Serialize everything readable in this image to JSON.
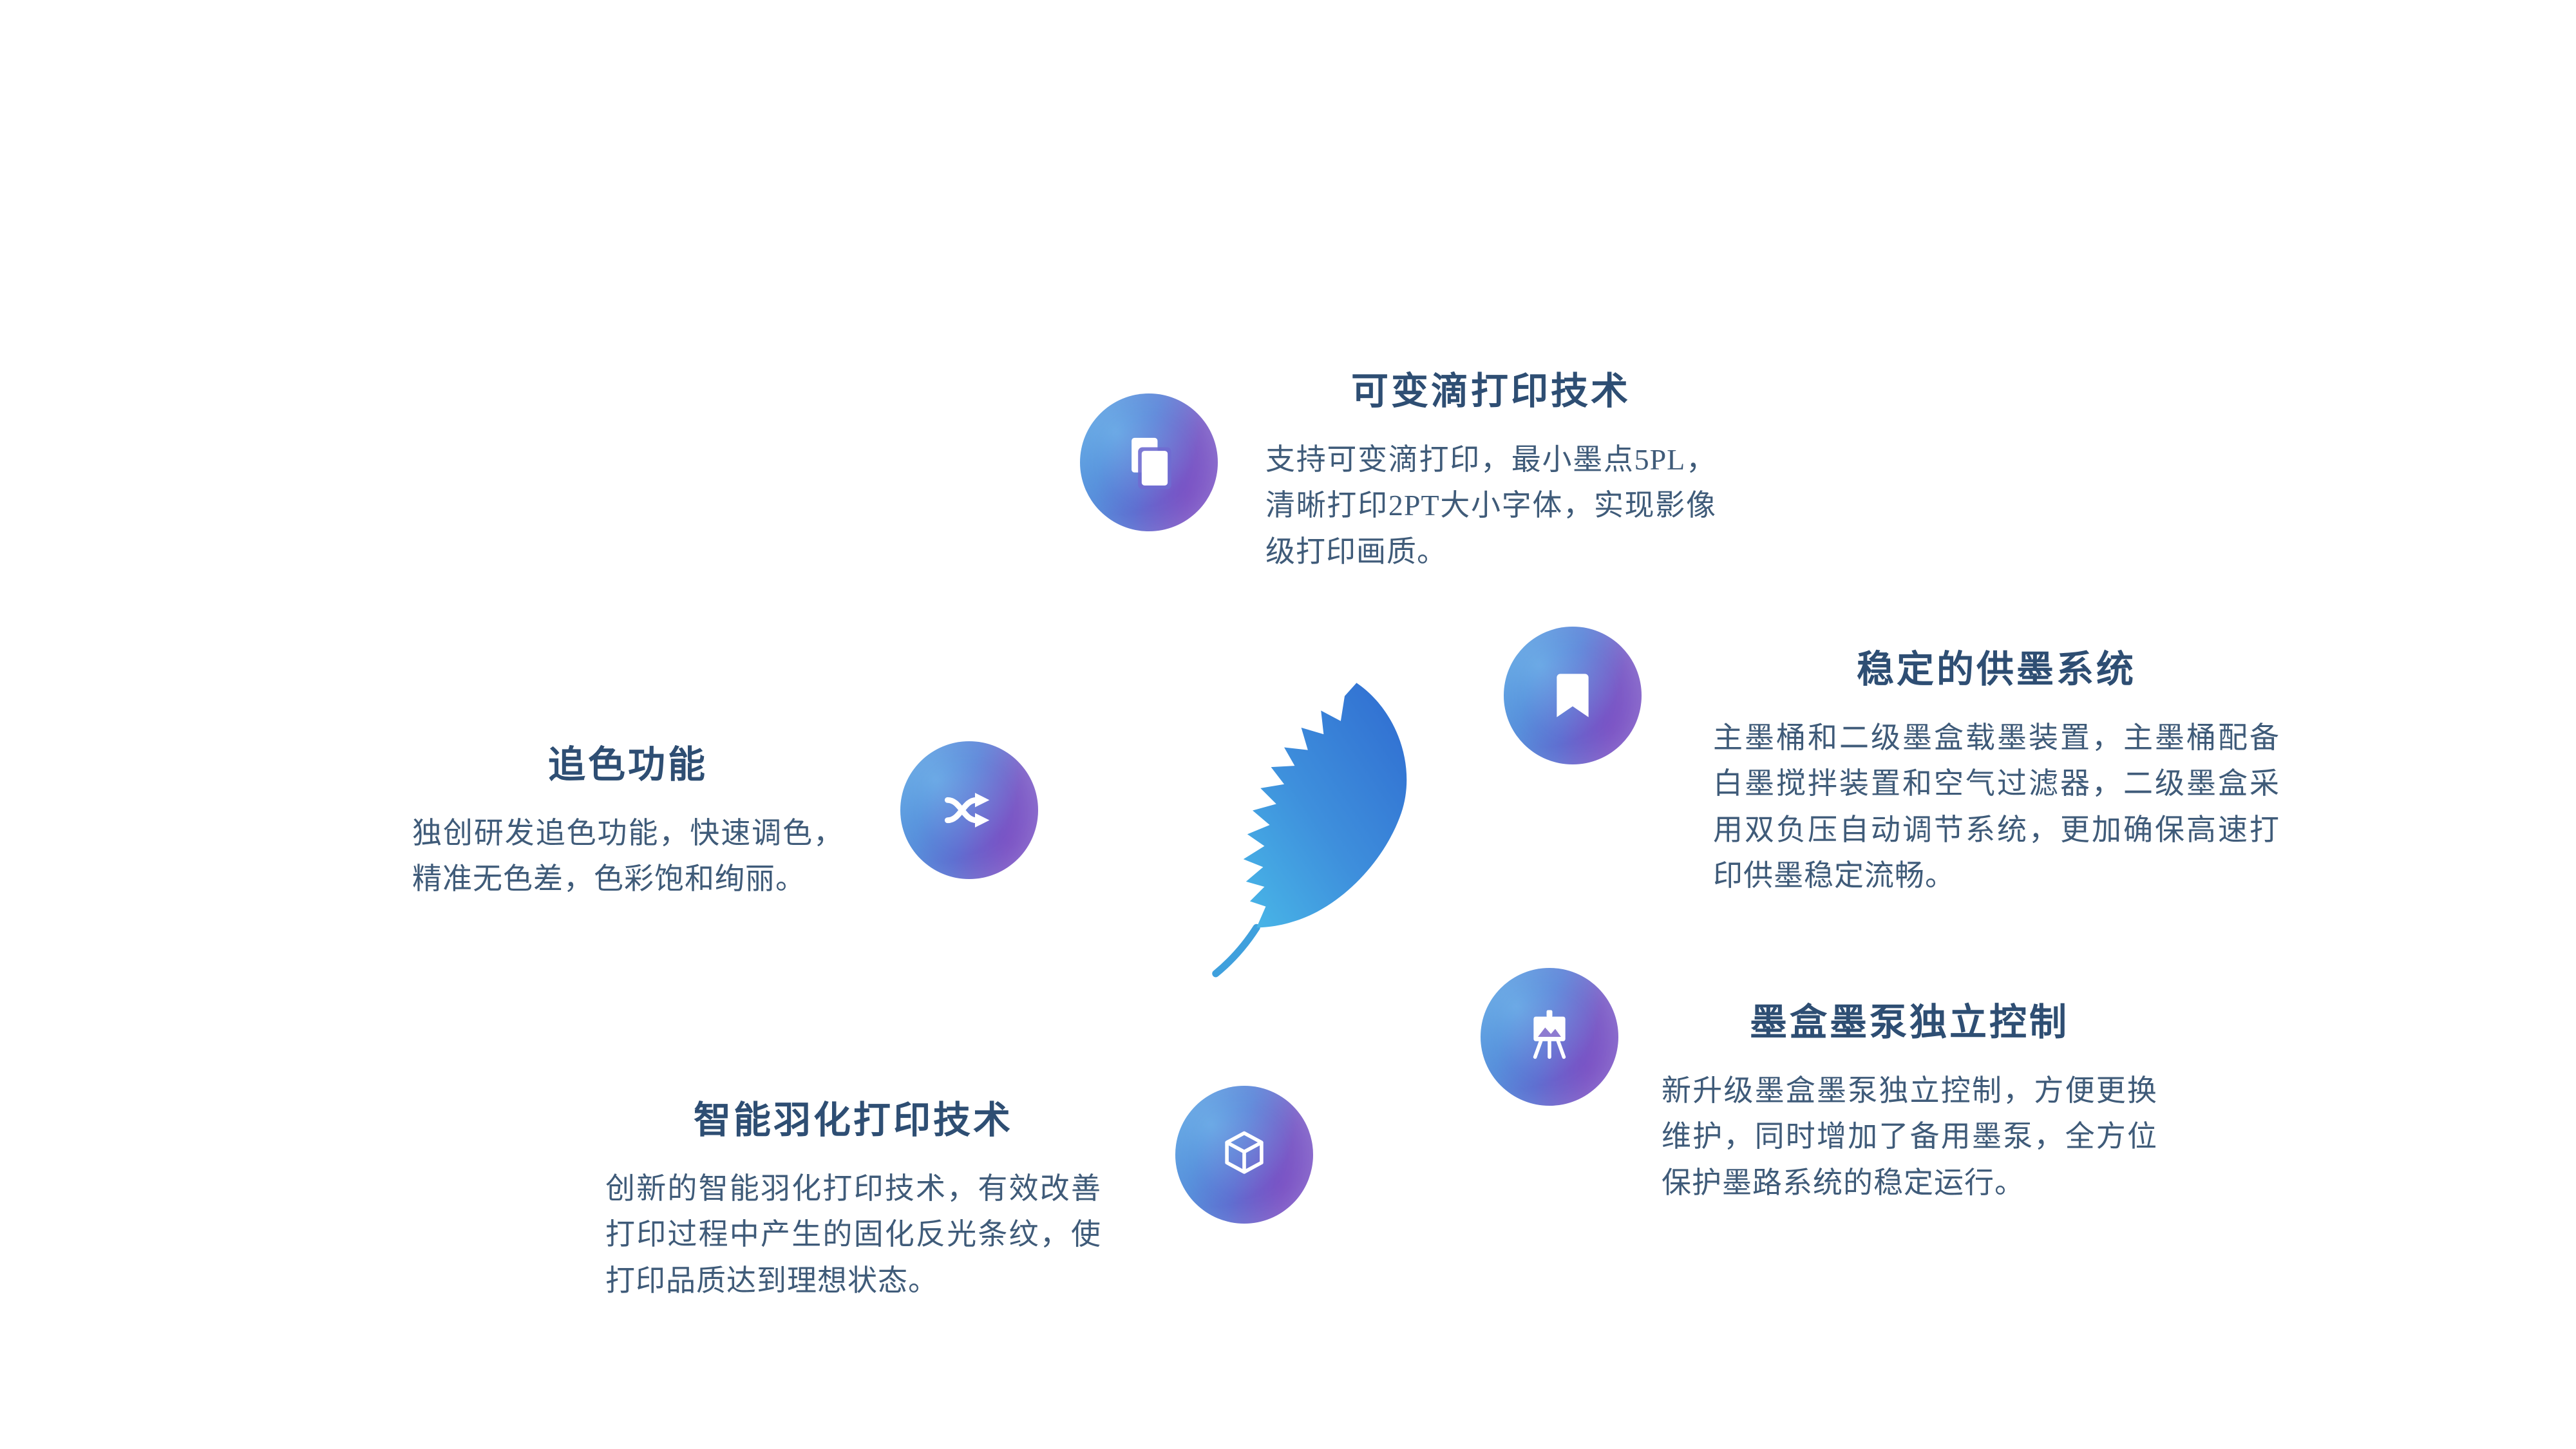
{
  "colors": {
    "title_text": "#2e4e73",
    "body_text": "#3f5b79",
    "circle_blue": "#3f8ad9",
    "circle_purple": "#8a6ccc",
    "feather_light": "#49b8e8",
    "feather_deep": "#2f6bd0",
    "background": "#ffffff"
  },
  "center_graphic": {
    "name": "watercolor-feather"
  },
  "features": [
    {
      "icon": "copy-pages-icon",
      "title": "可变滴打印技术",
      "description": "支持可变滴打印，最小墨点5PL，清晰打印2PT大小字体，实现影像级打印画质。"
    },
    {
      "icon": "bookmark-icon",
      "title": "稳定的供墨系统",
      "description": "主墨桶和二级墨盒载墨装置，主墨桶配备白墨搅拌装置和空气过滤器，二级墨盒采用双负压自动调节系统，更加确保高速打印供墨稳定流畅。"
    },
    {
      "icon": "shuffle-icon",
      "title": "追色功能",
      "description": "独创研发追色功能，快速调色，精准无色差，色彩饱和绚丽。"
    },
    {
      "icon": "easel-icon",
      "title": "墨盒墨泵独立控制",
      "description": "新升级墨盒墨泵独立控制，方便更换维护，同时增加了备用墨泵，全方位保护墨路系统的稳定运行。"
    },
    {
      "icon": "cube-icon",
      "title": "智能羽化打印技术",
      "description": "创新的智能羽化打印技术，有效改善打印过程中产生的固化反光条纹，使打印品质达到理想状态。"
    }
  ]
}
